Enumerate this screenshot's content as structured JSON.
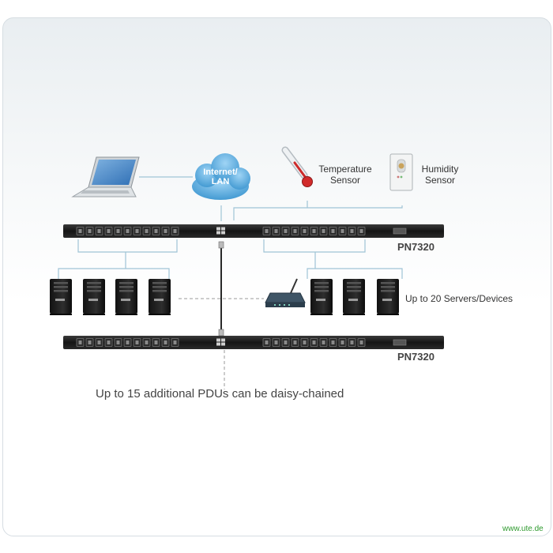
{
  "cloud": {
    "label_line1": "Internet/",
    "label_line2": "LAN"
  },
  "sensors": {
    "temperature": {
      "line1": "Temperature",
      "line2": "Sensor",
      "icon": "thermometer-icon"
    },
    "humidity": {
      "line1": "Humidity",
      "line2": "Sensor",
      "icon": "humidity-sensor-icon"
    }
  },
  "pdus": [
    {
      "model": "PN7320"
    },
    {
      "model": "PN7320"
    }
  ],
  "servers_label": "Up to 20 Servers/Devices",
  "daisy_chain_label": "Up to 15 additional PDUs can be daisy-chained",
  "footer": "www.ute.de",
  "colors": {
    "connector_line": "#9fc4d6",
    "pdu_body": "#1d1d1d",
    "cloud": "#5aaee0",
    "footer_green": "#2e9a2e"
  }
}
